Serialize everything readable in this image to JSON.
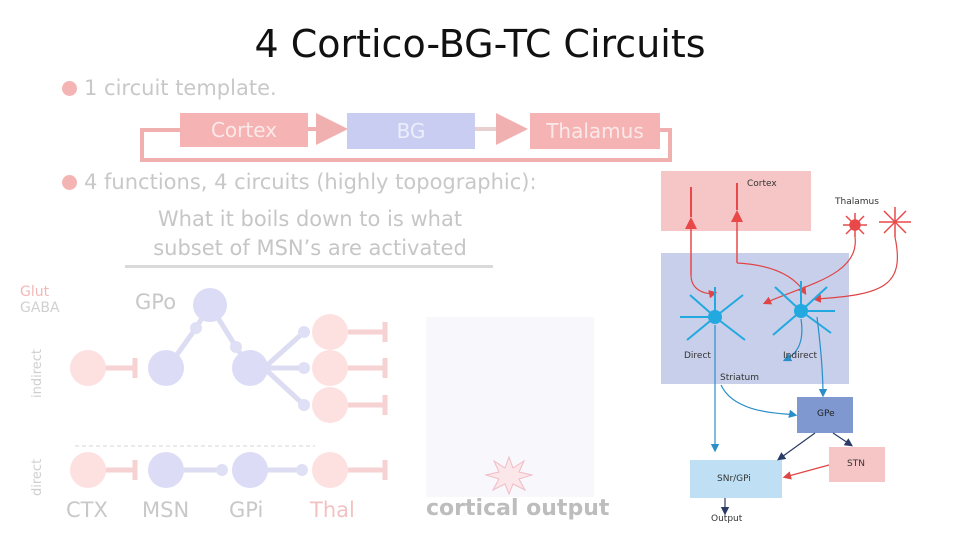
{
  "title": "4 Cortico-BG-TC Circuits",
  "bullets": {
    "b1": "1 circuit template.",
    "b2": "4 functions, 4 circuits (highly topographic):"
  },
  "flow": {
    "cortex": "Cortex",
    "bg": "BG",
    "thalamus": "Thalamus"
  },
  "note": "What it boils down to is what subset of MSN’s are activated",
  "legend": {
    "glut": "Glut",
    "gaba": "GABA"
  },
  "diagram": {
    "gpo": "GPo",
    "indirect": "indirect",
    "direct": "direct",
    "columns": [
      "CTX",
      "MSN",
      "GPi",
      "Thal"
    ],
    "cortical_output": "cortical output"
  },
  "figure": {
    "cortex": "Cortex",
    "thalamus": "Thalamus",
    "direct": "Direct",
    "indirect": "Indirect",
    "striatum": "Striatum",
    "gpe": "GPe",
    "stn": "STN",
    "snr_gpi": "SNr/GPi",
    "output": "Output"
  },
  "colors": {
    "cortex_fill": "#f6c6c6",
    "striatum_fill": "#c7cfea",
    "gpe_fill": "#7f98d0",
    "stn_fill": "#f6c6c6",
    "snr_fill": "#bfe0f4",
    "red_neuron": "#e84848",
    "blue_neuron": "#22a9e0"
  }
}
